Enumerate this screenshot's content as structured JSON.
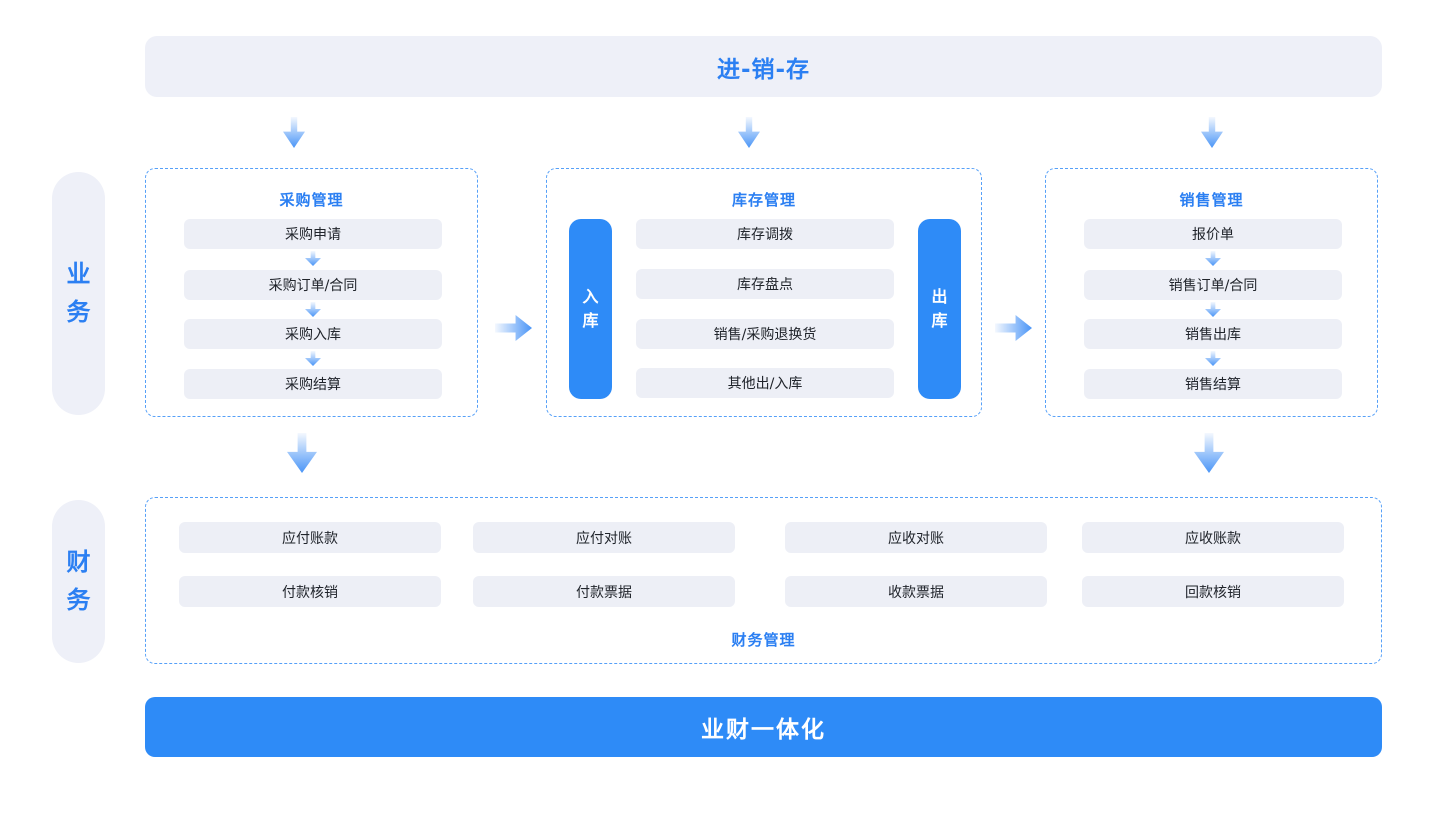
{
  "colors": {
    "accent_blue": "#2E8BF7",
    "text_blue": "#2B7FF2",
    "border_blue": "#56A0F8",
    "panel_bg": "#EEF0F8",
    "item_bg": "#EDEFF6",
    "item_text": "#20242B",
    "banner_text": "#FFFFFF"
  },
  "top_banner": {
    "label": "进-销-存"
  },
  "side_labels": {
    "business": "业务",
    "finance": "财务"
  },
  "boxes": {
    "purchase": {
      "title": "采购管理",
      "items": [
        "采购申请",
        "采购订单/合同",
        "采购入库",
        "采购结算"
      ]
    },
    "inventory": {
      "title": "库存管理",
      "inbound_label": "入库",
      "outbound_label": "出库",
      "items": [
        "库存调拨",
        "库存盘点",
        "销售/采购退换货",
        "其他出/入库"
      ]
    },
    "sales": {
      "title": "销售管理",
      "items": [
        "报价单",
        "销售订单/合同",
        "销售出库",
        "销售结算"
      ]
    }
  },
  "finance": {
    "title": "财务管理",
    "row1": [
      "应付账款",
      "应付对账",
      "应收对账",
      "应收账款"
    ],
    "row2": [
      "付款核销",
      "付款票据",
      "收款票据",
      "回款核销"
    ]
  },
  "bottom_banner": {
    "label": "业财一体化"
  }
}
